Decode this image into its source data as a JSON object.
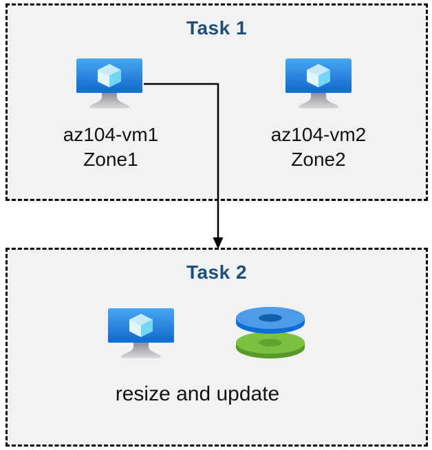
{
  "diagram": {
    "kind": "azure-lab-flow",
    "colors": {
      "box_background": "#f2f2f2",
      "box_border": "#000000",
      "title_blue": "#1f4e79",
      "label_text": "#111111",
      "monitor_blue_top": "#47a7f1",
      "monitor_blue_bottom": "#1266cc",
      "cube_cyan": "#74d5f5",
      "disk_blue": "#4e9bea",
      "disk_green": "#7cc142",
      "arrow": "#000000"
    },
    "task1": {
      "title": "Task 1",
      "vms": [
        {
          "name": "az104-vm1",
          "zone": "Zone1",
          "icon": "virtual-machine-icon"
        },
        {
          "name": "az104-vm2",
          "zone": "Zone2",
          "icon": "virtual-machine-icon"
        }
      ]
    },
    "task2": {
      "title": "Task 2",
      "caption": "resize and update",
      "icons": [
        "virtual-machine-icon",
        "managed-disks-icon"
      ]
    },
    "connector": {
      "type": "elbow-arrow",
      "from": "az104-vm1",
      "to": "Task 2"
    }
  }
}
